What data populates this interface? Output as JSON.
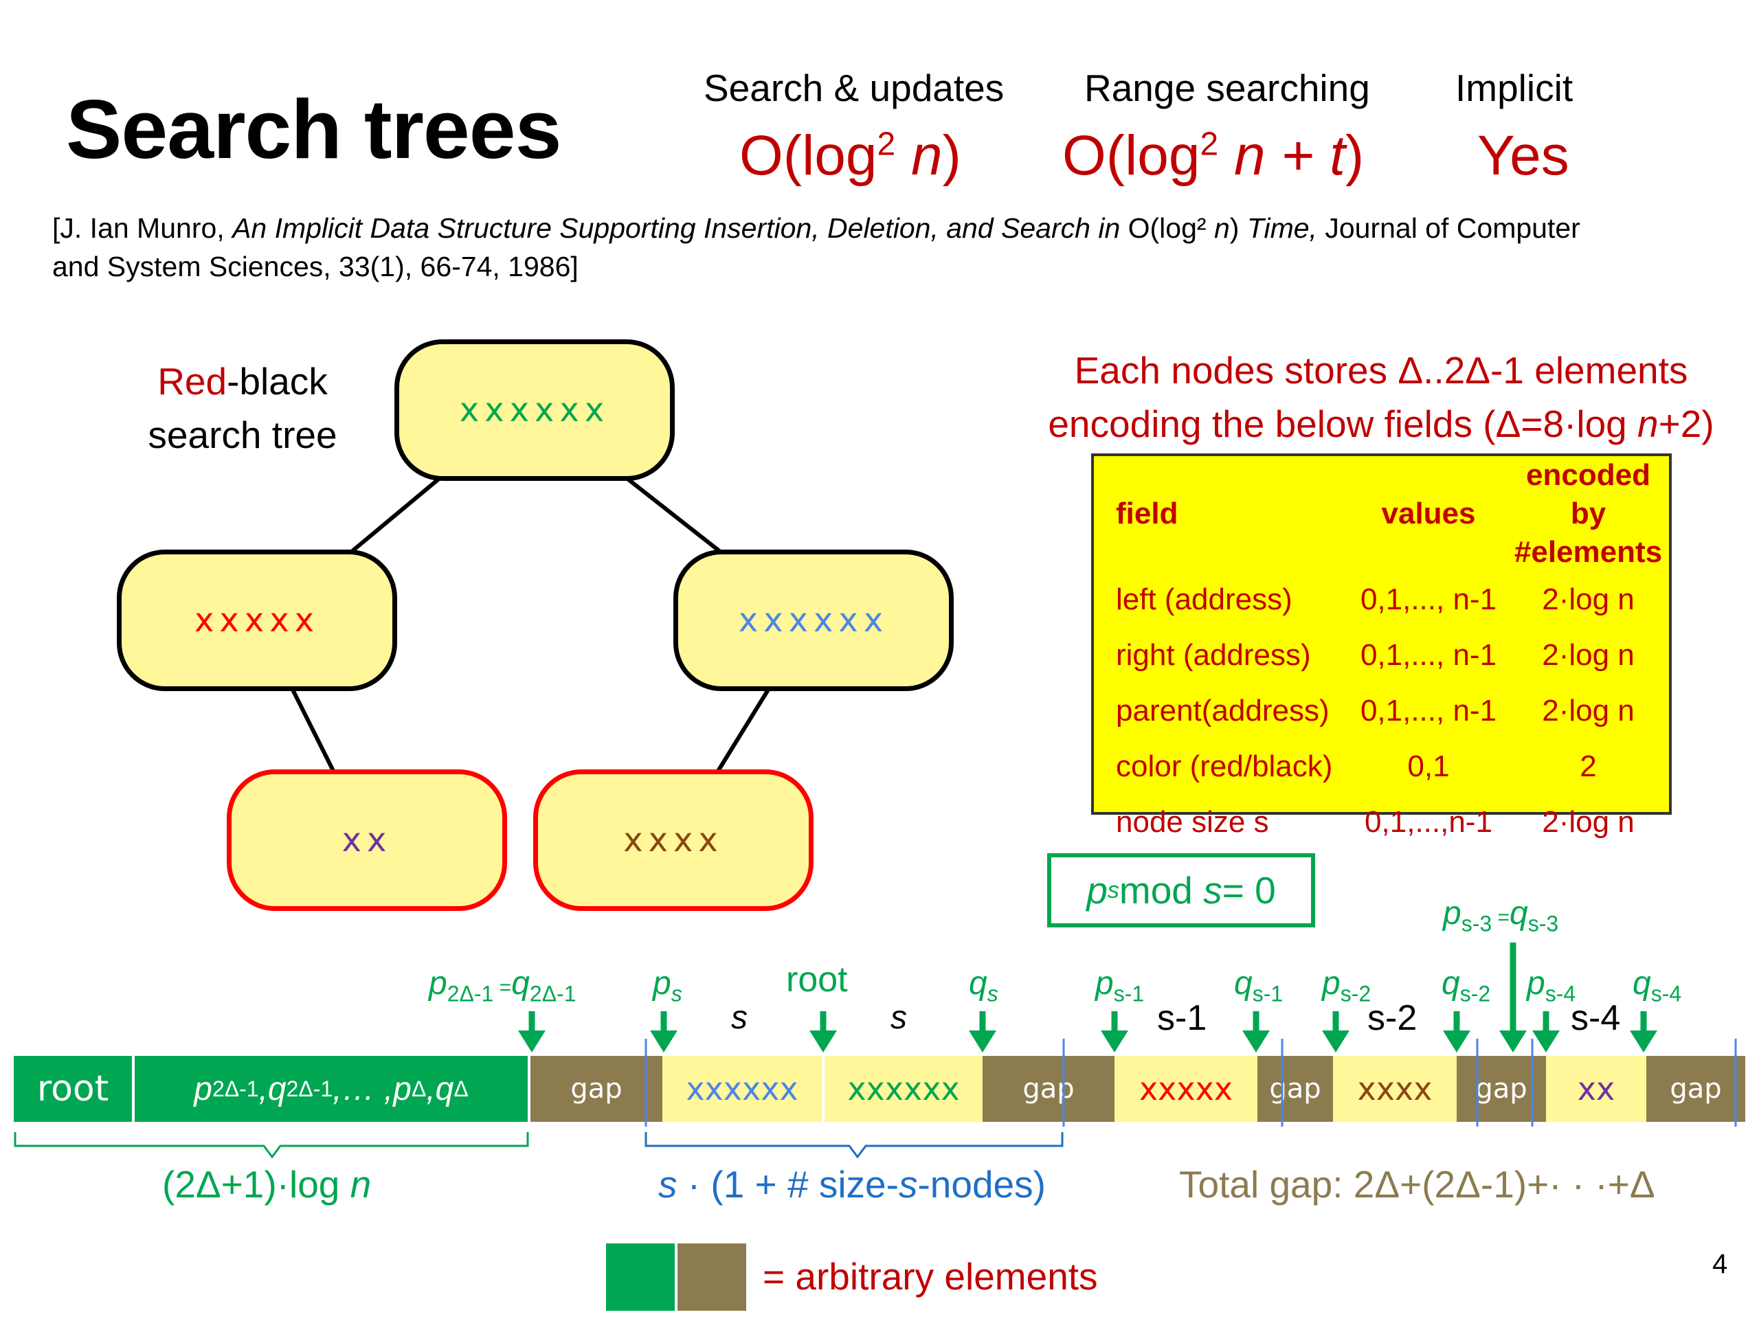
{
  "title": "Search trees",
  "columns": [
    {
      "header": "Search & updates",
      "value_prefix": "O(log",
      "value_sup": "2",
      "value_var": "n",
      "value_suffix": ")"
    },
    {
      "header": "Range searching",
      "value_prefix": "O(log",
      "value_sup": "2",
      "value_var": "n + t",
      "value_suffix": ")"
    },
    {
      "header": "Implicit",
      "value": "Yes"
    }
  ],
  "reference": {
    "line1_a": "[J. Ian Munro, ",
    "line1_title": "An Implicit Data Structure Supporting Insertion, Deletion, and Search in ",
    "line1_b": "O(log² ",
    "line1_n": "n",
    "line1_c": ") ",
    "line1_time": "Time,",
    "line1_d": " Journal of Computer",
    "line2": "and System Sciences, 33(1), 66-74, 1986]"
  },
  "tree": {
    "label_red": "Red",
    "label_rest": "-black",
    "label_line2": "search tree",
    "root": "xxxxxx",
    "left": "xxxxx",
    "right": "xxxxxx",
    "left_child": "xx",
    "right_child": "xxxx"
  },
  "node_desc": {
    "line1": "Each nodes stores Δ..2Δ-1 elements",
    "line2_a": "encoding the below fields (Δ=8·log ",
    "line2_n": "n",
    "line2_b": "+2)"
  },
  "table": {
    "headers": [
      "field",
      "values",
      "encoded by #elements"
    ],
    "rows": [
      {
        "field": "left (address)",
        "values": "0,1,..., n-1",
        "encoded": "2·log n"
      },
      {
        "field": "right (address)",
        "values": "0,1,..., n-1",
        "encoded": "2·log n"
      },
      {
        "field": "parent(address)",
        "values": "0,1,..., n-1",
        "encoded": "2·log n"
      },
      {
        "field": "color (red/black)",
        "values": "0,1",
        "encoded": "2"
      },
      {
        "field": "node size s",
        "values": "0,1,...,n-1",
        "encoded": "2·log n"
      }
    ]
  },
  "mod_box": {
    "p": "p",
    "sub": "s",
    "text": " mod ",
    "s": "s",
    "eq": " = 0"
  },
  "array": {
    "root": "root",
    "segments": [
      "gap",
      "xxxxxx",
      "xxxxxx",
      "gap",
      "xxxxx",
      "gap",
      "xxxx",
      "gap",
      "xx",
      "gap"
    ]
  },
  "labels": {
    "p2d": "p",
    "p2d_sub": "2Δ-1",
    "p2d_eq": " =",
    "q2d": "q",
    "q2d_sub": "2Δ-1",
    "ps": "p",
    "ps_sub": "s",
    "root": "root",
    "qs": "q",
    "qs_sub": "s",
    "s1": "s",
    "s2": "s",
    "ps1": "p",
    "ps1_sub": "s-1",
    "sm1": "s-1",
    "qs1": "q",
    "qs1_sub": "s-1",
    "ps2": "p",
    "ps2_sub": "s-2",
    "sm2": "s-2",
    "qs2": "q",
    "qs2_sub": "s-2",
    "ps3": "p",
    "ps3_sub": "s-3",
    "ps3_eq": " =",
    "qs3": "q",
    "qs3_sub": "s-3",
    "ps4": "p",
    "ps4_sub": "s-4",
    "sm4": "s-4",
    "qs4": "q",
    "qs4_sub": "s-4",
    "prefix_a": "p",
    "prefix_a_sub": "2Δ-1",
    "prefix_b": ",q",
    "prefix_b_sub": "2Δ-1",
    "prefix_c": ",… ,p",
    "prefix_c_sub": "Δ",
    "prefix_d": ",q",
    "prefix_d_sub": "Δ"
  },
  "braces": {
    "left": "(2Δ+1)·log ",
    "left_n": "n",
    "mid_s": "s",
    "mid_rest": " · (1 + # size-",
    "mid_s2": "s",
    "mid_end": "-nodes)",
    "right": "Total gap: 2Δ+(2Δ-1)+· · ·+Δ"
  },
  "legend": "= arbitrary elements",
  "page_number": "4",
  "colors": {
    "red": "#c00000",
    "green": "#00a651",
    "olive": "#8c7b4e",
    "node": "#fff799",
    "table": "#ffff00"
  }
}
